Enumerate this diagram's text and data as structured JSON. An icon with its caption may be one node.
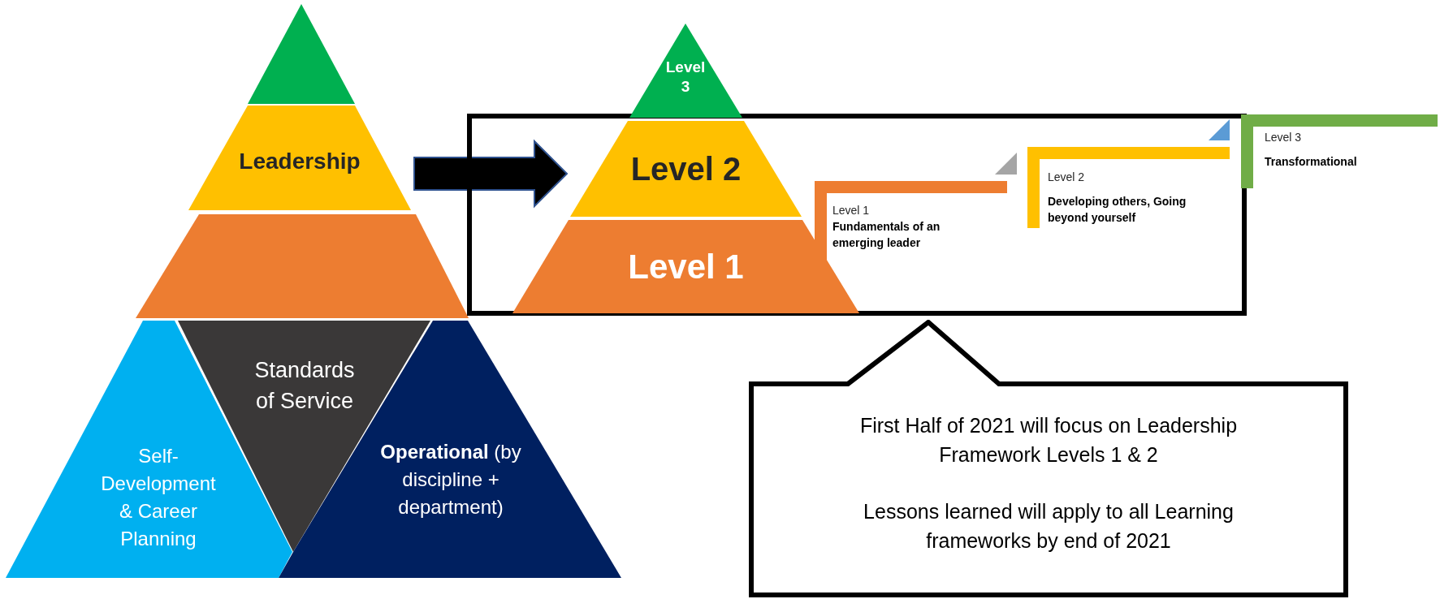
{
  "diagram": {
    "nodes": [
      {
        "text": [],
        "shape": "triangle"
      },
      {
        "text": [
          "Leadership"
        ]
      },
      {
        "text": [],
        "shape": "trapezoid"
      },
      {
        "text": [
          "Self- Development & Career Planning"
        ]
      },
      {
        "text": [
          "Standards of Service"
        ]
      },
      {
        "text": [
          "**Operational** (by discipline + department)"
        ]
      },
      {
        "text": [],
        "shape": "box"
      },
      {
        "text": [
          "Level 3"
        ]
      },
      {
        "text": [
          "Level 2"
        ],
        "in": 6
      },
      {
        "text": [
          "Level 1"
        ],
        "in": 6
      },
      {
        "text": [
          "Level 1",
          "Fundamentals of an emerging leader"
        ],
        "in": 6
      },
      {
        "text": [
          "Level 2",
          "Developing others, Going beyond yourself"
        ],
        "in": 6
      },
      {
        "text": [
          "Level 3",
          "Transformational"
        ]
      },
      {
        "text": [
          "First Half of 2021 will focus on Leadership Framework Levels 1 & 2",
          "Lessons learned will apply to all Learning frameworks by end of 2021"
        ]
      }
    ],
    "edges": [
      {
        "from": 1,
        "to": 8,
        "arrow": "to",
        "style": "thick"
      }
    ]
  }
}
